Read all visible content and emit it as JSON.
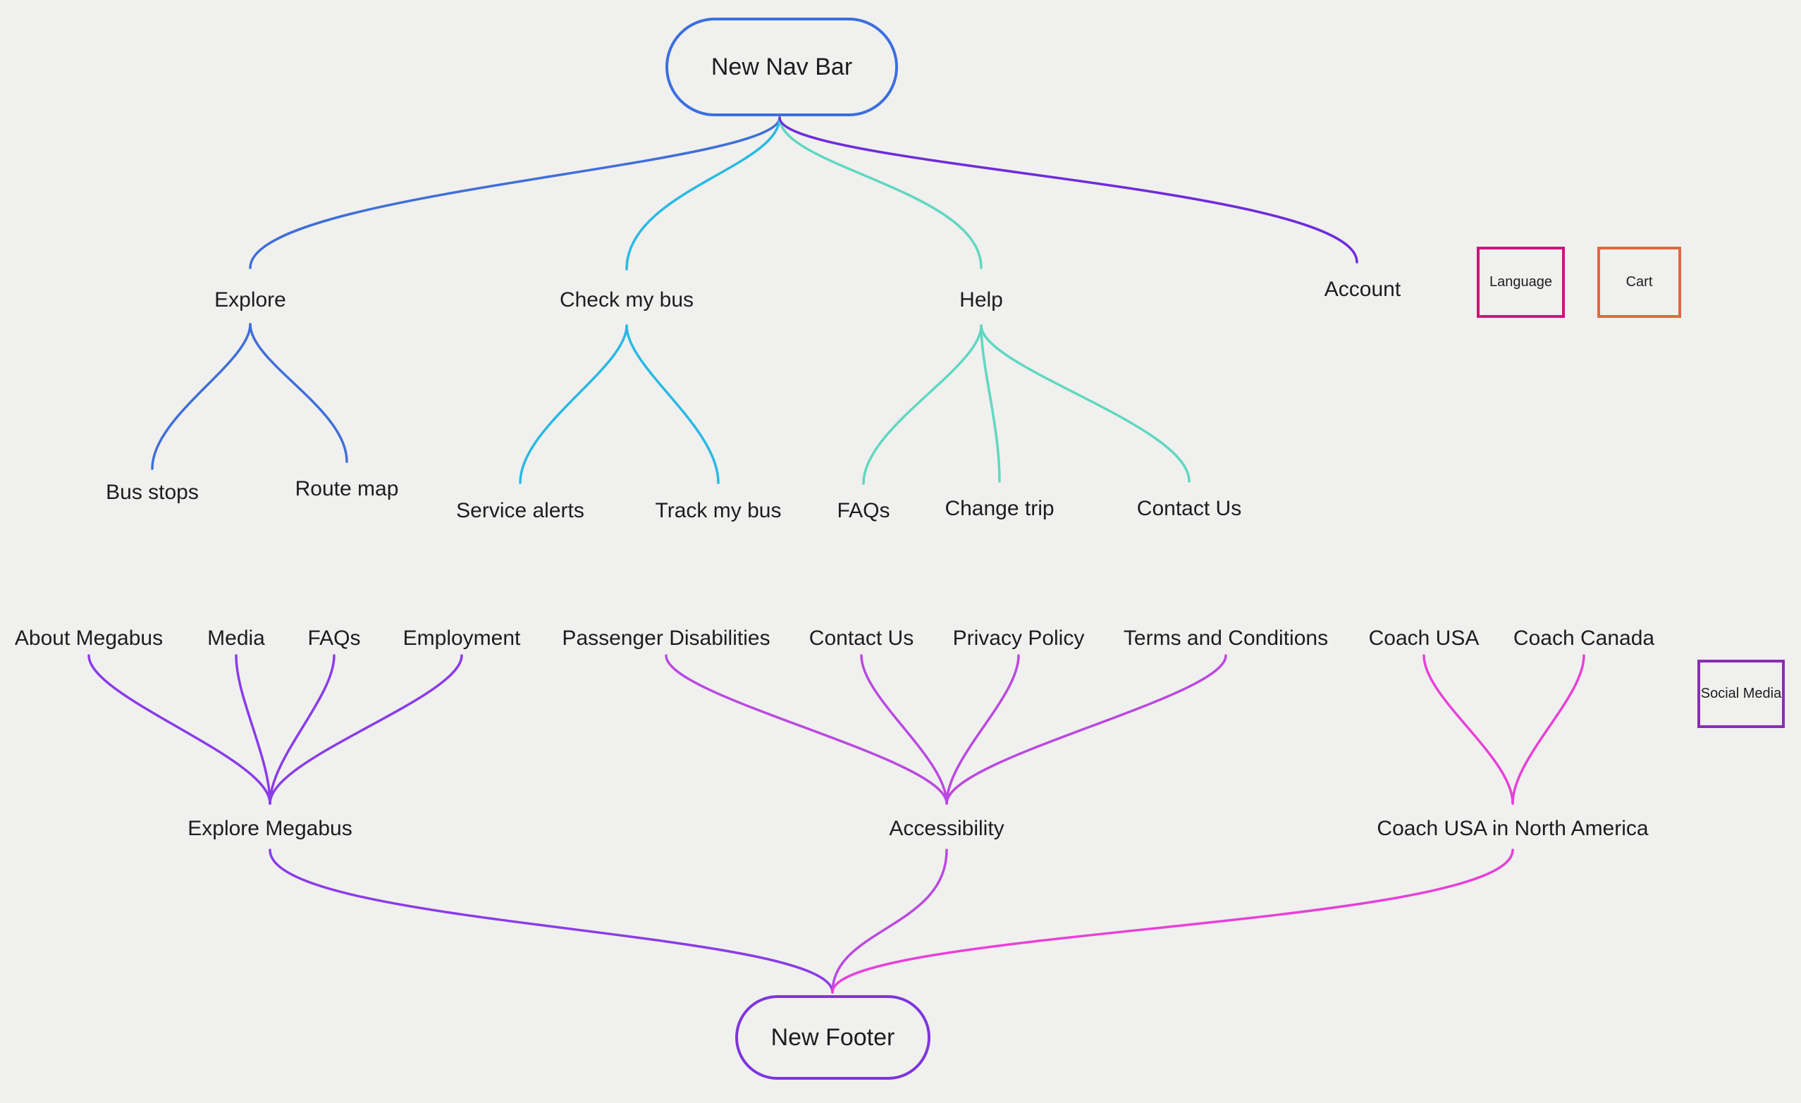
{
  "canvas": {
    "background_color": "#f0f0ee",
    "text_color": "#1d1d1f"
  },
  "nav_tree": {
    "root": {
      "label": "New Nav Bar",
      "border_color": "#3b6fe0"
    },
    "branches": [
      {
        "label": "Explore",
        "color": "#3f6fd8",
        "children": [
          {
            "label": "Bus stops"
          },
          {
            "label": "Route map"
          }
        ]
      },
      {
        "label": "Check my bus",
        "color": "#28b9e4",
        "children": [
          {
            "label": "Service alerts"
          },
          {
            "label": "Track my bus"
          }
        ]
      },
      {
        "label": "Help",
        "color": "#5fd8c0",
        "children": [
          {
            "label": "FAQs"
          },
          {
            "label": "Change trip"
          },
          {
            "label": "Contact Us"
          }
        ]
      },
      {
        "label": "Account",
        "color": "#6e2bdc",
        "children": []
      }
    ],
    "side_boxes": [
      {
        "label": "Language",
        "border_color": "#c9177b"
      },
      {
        "label": "Cart",
        "border_color": "#e0693f"
      }
    ]
  },
  "footer_tree": {
    "root": {
      "label": "New Footer",
      "border_color": "#7e35de"
    },
    "groups": [
      {
        "label": "Explore Megabus",
        "color": "#8a3ce8",
        "children": [
          {
            "label": "About Megabus"
          },
          {
            "label": "Media"
          },
          {
            "label": "FAQs"
          },
          {
            "label": "Employment"
          }
        ]
      },
      {
        "label": "Accessibility",
        "color": "#ba49e0",
        "children": [
          {
            "label": "Passenger Disabilities"
          },
          {
            "label": "Contact Us"
          },
          {
            "label": "Privacy Policy"
          },
          {
            "label": "Terms and Conditions"
          }
        ]
      },
      {
        "label": "Coach USA in North America",
        "color": "#e840d8",
        "children": [
          {
            "label": "Coach USA"
          },
          {
            "label": "Coach Canada"
          }
        ]
      }
    ],
    "side_boxes": [
      {
        "label": "Social Media",
        "border_color": "#8c2bb5"
      }
    ]
  }
}
